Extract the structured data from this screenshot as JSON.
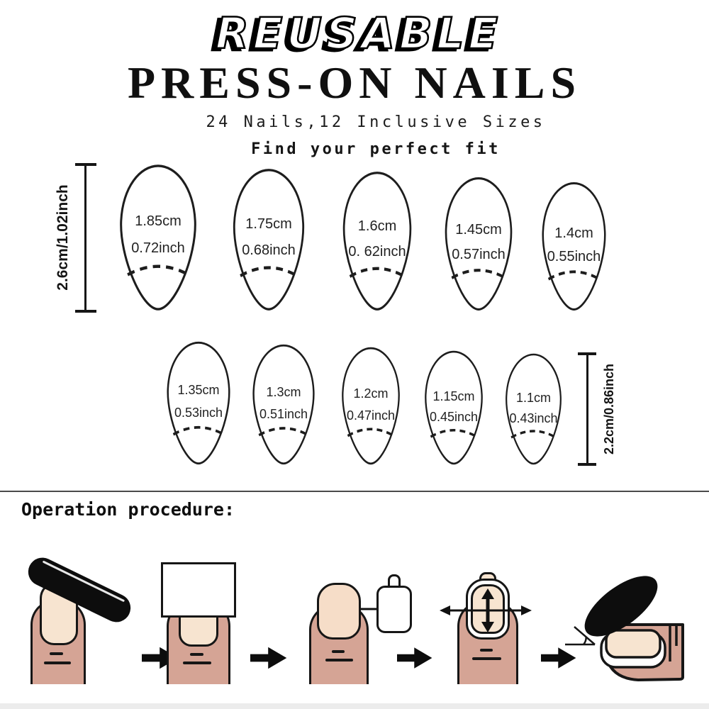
{
  "header": {
    "brand_word": "REUSABLE",
    "title": "PRESS-ON NAILS",
    "subtitle": "24 Nails,12 Inclusive Sizes",
    "tagline": "Find your perfect fit"
  },
  "size_chart": {
    "row1": {
      "dimension_label": "2.6cm/1.02inch",
      "nails": [
        {
          "cm": "1.85cm",
          "inch": "0.72inch"
        },
        {
          "cm": "1.75cm",
          "inch": "0.68inch"
        },
        {
          "cm": "1.6cm",
          "inch": "0. 62inch"
        },
        {
          "cm": "1.45cm",
          "inch": "0.57inch"
        },
        {
          "cm": "1.4cm",
          "inch": "0.55inch"
        }
      ]
    },
    "row2": {
      "dimension_label": "2.2cm/0.86inch",
      "nails": [
        {
          "cm": "1.35cm",
          "inch": "0.53inch"
        },
        {
          "cm": "1.3cm",
          "inch": "0.51inch"
        },
        {
          "cm": "1.2cm",
          "inch": "0.47inch"
        },
        {
          "cm": "1.15cm",
          "inch": "0.45inch"
        },
        {
          "cm": "1.1cm",
          "inch": "0.43inch"
        }
      ]
    }
  },
  "procedure": {
    "heading": "Operation procedure:",
    "step_icons": [
      "file-nail-icon",
      "prep-pad-icon",
      "apply-glue-icon",
      "align-press-icon",
      "angle-press-icon"
    ]
  },
  "colors": {
    "skin": "#d5a495",
    "nail_bed": "#f7e4d0",
    "press_on_pink": "#f6ddc8",
    "ink": "#111111",
    "divider": "#4a4a4a"
  }
}
